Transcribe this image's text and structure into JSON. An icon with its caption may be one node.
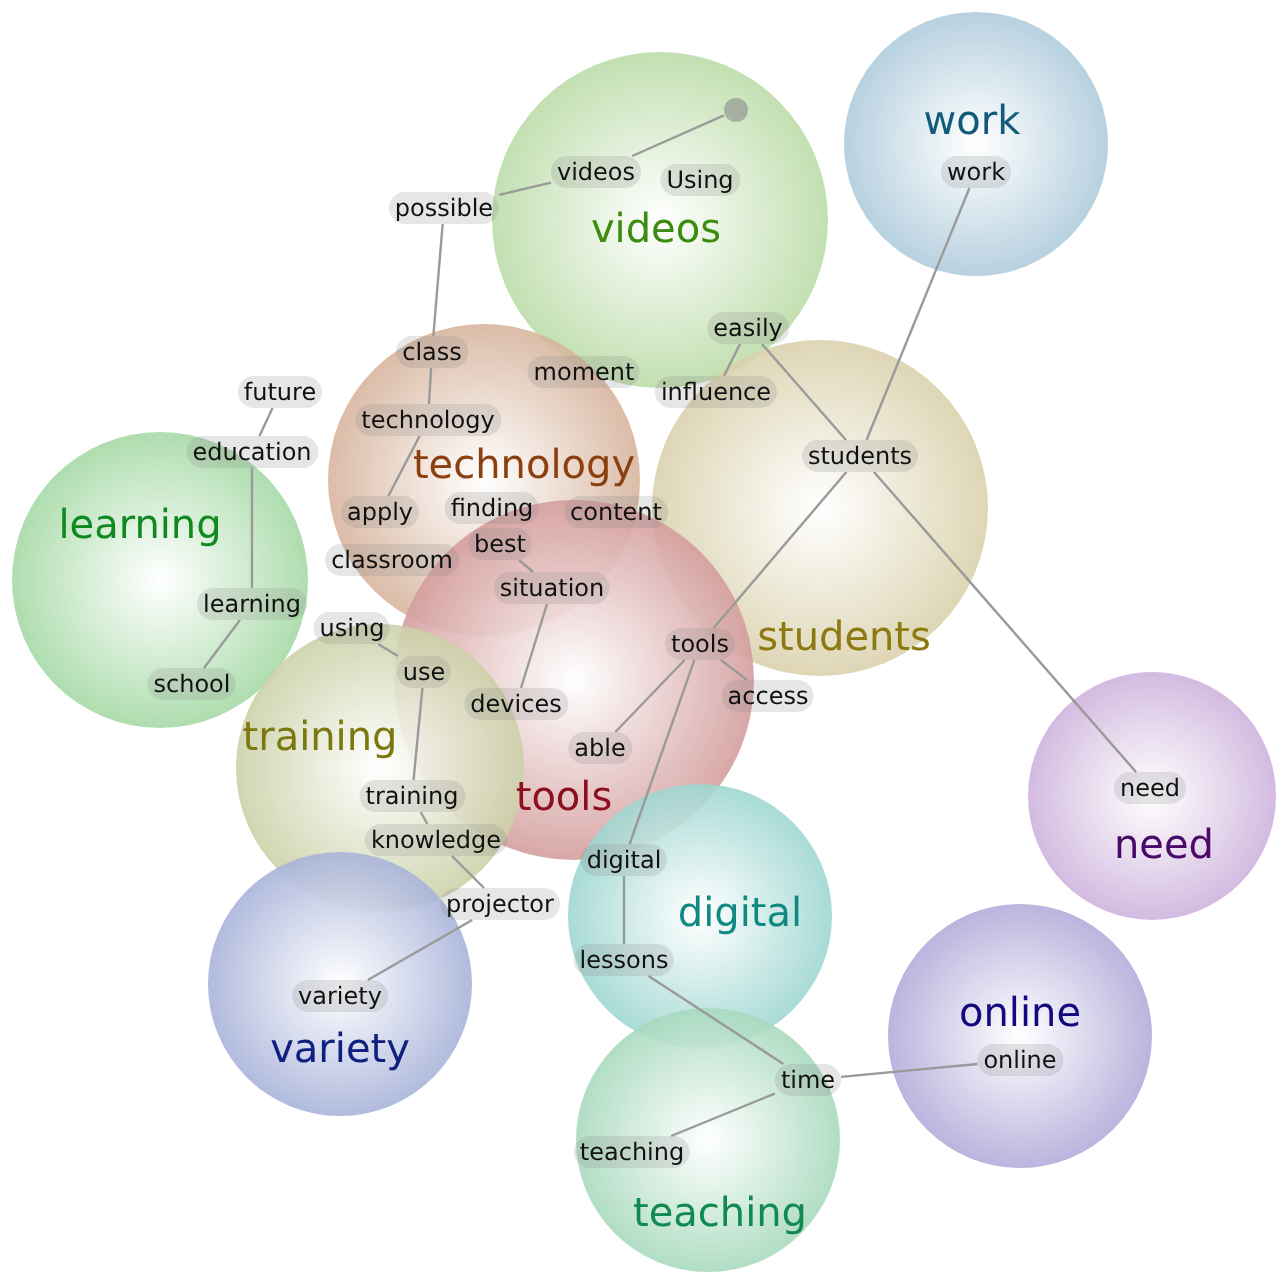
{
  "diagram": {
    "nodes": [
      {
        "text": [
          "videos"
        ]
      },
      {
        "text": [
          "work"
        ]
      },
      {
        "text": [
          "technology"
        ]
      },
      {
        "text": [
          "students"
        ]
      },
      {
        "text": [
          "learning"
        ]
      },
      {
        "text": [
          "tools"
        ]
      },
      {
        "text": [
          "training"
        ]
      },
      {
        "text": [
          "digital"
        ]
      },
      {
        "text": [
          "variety"
        ]
      },
      {
        "text": [
          "need"
        ]
      },
      {
        "text": [
          "online"
        ]
      },
      {
        "text": [
          "teaching"
        ]
      },
      {
        "text": [],
        "shape": "circle",
        "in": 0
      },
      {
        "text": [
          "videos"
        ],
        "in": 0
      },
      {
        "text": [
          "Using"
        ],
        "in": 0
      },
      {
        "text": [
          "possible"
        ]
      },
      {
        "text": [
          "work"
        ],
        "in": 1
      },
      {
        "text": [
          "class"
        ],
        "in": 2
      },
      {
        "text": [
          "easily"
        ],
        "in": 0
      },
      {
        "text": [
          "moment"
        ]
      },
      {
        "text": [
          "influence"
        ],
        "in": 3
      },
      {
        "text": [
          "future"
        ]
      },
      {
        "text": [
          "technology"
        ],
        "in": 2
      },
      {
        "text": [
          "education"
        ]
      },
      {
        "text": [
          "apply"
        ],
        "in": 2
      },
      {
        "text": [
          "finding"
        ],
        "in": 2
      },
      {
        "text": [
          "best"
        ]
      },
      {
        "text": [
          "content"
        ]
      },
      {
        "text": [
          "classroom"
        ],
        "in": 2
      },
      {
        "text": [
          "situation"
        ]
      },
      {
        "text": [
          "students"
        ],
        "in": 3
      },
      {
        "text": [
          "learning"
        ],
        "in": 4
      },
      {
        "text": [
          "using"
        ],
        "in": 6
      },
      {
        "text": [
          "use"
        ]
      },
      {
        "text": [
          "devices"
        ],
        "in": 5
      },
      {
        "text": [
          "tools"
        ]
      },
      {
        "text": [
          "school"
        ],
        "in": 4
      },
      {
        "text": [
          "access"
        ]
      },
      {
        "text": [
          "able"
        ],
        "in": 5
      },
      {
        "text": [
          "training"
        ],
        "in": 6
      },
      {
        "text": [
          "knowledge"
        ],
        "in": 6
      },
      {
        "text": [
          "projector"
        ]
      },
      {
        "text": [
          "digital"
        ],
        "in": 7
      },
      {
        "text": [
          "need"
        ],
        "in": 9
      },
      {
        "text": [
          "variety"
        ],
        "in": 8
      },
      {
        "text": [
          "lessons"
        ],
        "in": 7
      },
      {
        "text": [
          "time"
        ],
        "in": 11
      },
      {
        "text": [
          "online"
        ],
        "in": 10
      },
      {
        "text": [
          "teaching"
        ],
        "in": 11
      }
    ],
    "edges": [
      {
        "from": 12,
        "to": 13,
        "arrow": "none"
      },
      {
        "from": 13,
        "to": 15,
        "arrow": "none"
      },
      {
        "from": 15,
        "to": 17,
        "arrow": "none"
      },
      {
        "from": 17,
        "to": 22,
        "arrow": "none"
      },
      {
        "from": 22,
        "to": 24,
        "arrow": "none"
      },
      {
        "from": 21,
        "to": 23,
        "arrow": "none"
      },
      {
        "from": 23,
        "to": 31,
        "arrow": "none"
      },
      {
        "from": 31,
        "to": 36,
        "arrow": "none"
      },
      {
        "from": 26,
        "to": 29,
        "arrow": "none"
      },
      {
        "from": 29,
        "to": 34,
        "arrow": "none"
      },
      {
        "from": 38,
        "to": 35,
        "arrow": "none"
      },
      {
        "from": 32,
        "to": 33,
        "arrow": "none"
      },
      {
        "from": 33,
        "to": 39,
        "arrow": "none"
      },
      {
        "from": 39,
        "to": 40,
        "arrow": "none"
      },
      {
        "from": 40,
        "to": 41,
        "arrow": "none"
      },
      {
        "from": 41,
        "to": 44,
        "arrow": "none"
      },
      {
        "from": 35,
        "to": 30,
        "arrow": "none"
      },
      {
        "from": 35,
        "to": 37,
        "arrow": "none"
      },
      {
        "from": 35,
        "to": 42,
        "arrow": "none"
      },
      {
        "from": 42,
        "to": 45,
        "arrow": "none"
      },
      {
        "from": 45,
        "to": 46,
        "arrow": "none"
      },
      {
        "from": 46,
        "to": 47,
        "arrow": "none"
      },
      {
        "from": 46,
        "to": 48,
        "arrow": "none"
      },
      {
        "from": 30,
        "to": 16,
        "arrow": "none"
      },
      {
        "from": 30,
        "to": 43,
        "arrow": "none"
      },
      {
        "from": 30,
        "to": 18,
        "arrow": "none"
      },
      {
        "from": 18,
        "to": 20,
        "arrow": "none"
      }
    ]
  }
}
